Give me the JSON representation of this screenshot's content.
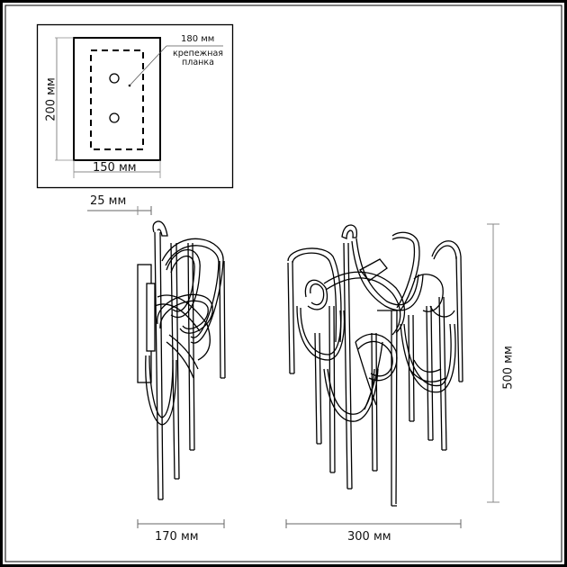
{
  "drawing": {
    "type": "technical-dimension-drawing",
    "subject": "wall sconce (бра)",
    "line_color": "#000000",
    "dimension_line_color": "#7a7a7a",
    "background": "#ffffff"
  },
  "top_view_inset": {
    "height_label": "200 мм",
    "width_label": "150 мм",
    "mounting_plate_label": "180 мм",
    "mounting_plate_caption_line1": "крепежная",
    "mounting_plate_caption_line2": "планка",
    "holes": 2
  },
  "side_view": {
    "depth_label": "25 мм",
    "width_label": "170 мм"
  },
  "front_view": {
    "width_label": "300 мм",
    "height_label": "500 мм"
  }
}
